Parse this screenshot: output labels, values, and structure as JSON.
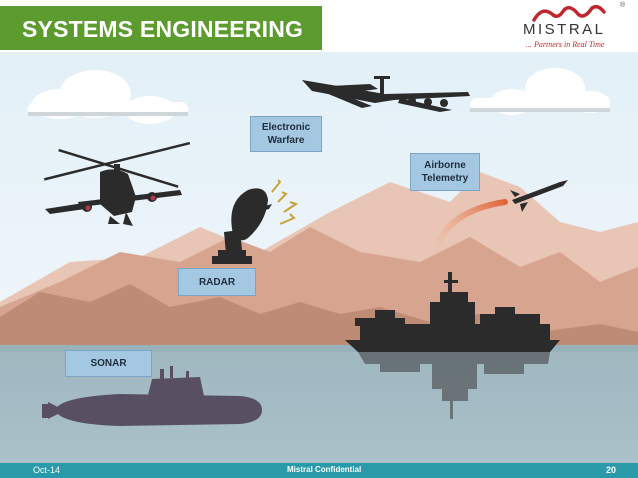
{
  "header": {
    "title": "SYSTEMS ENGINEERING",
    "logo_text": "MISTRAL",
    "tagline": "... Partners in Real Time",
    "registered_mark": "®"
  },
  "labels": {
    "electronic_warfare": "Electronic Warfare",
    "airborne_telemetry": "Airborne Telemetry",
    "radar": "RADAR",
    "sonar": "SONAR"
  },
  "footer": {
    "date": "Oct-14",
    "confidential": "Mistral Confidential",
    "page": "20"
  },
  "colors": {
    "title_bar": "#5c9c2e",
    "footer_bar": "#2a9aa8",
    "label_box": "#a5c8e2",
    "water": "#8fa9b3",
    "silhouette": "#2b2b2b",
    "submarine": "#4b4156"
  }
}
